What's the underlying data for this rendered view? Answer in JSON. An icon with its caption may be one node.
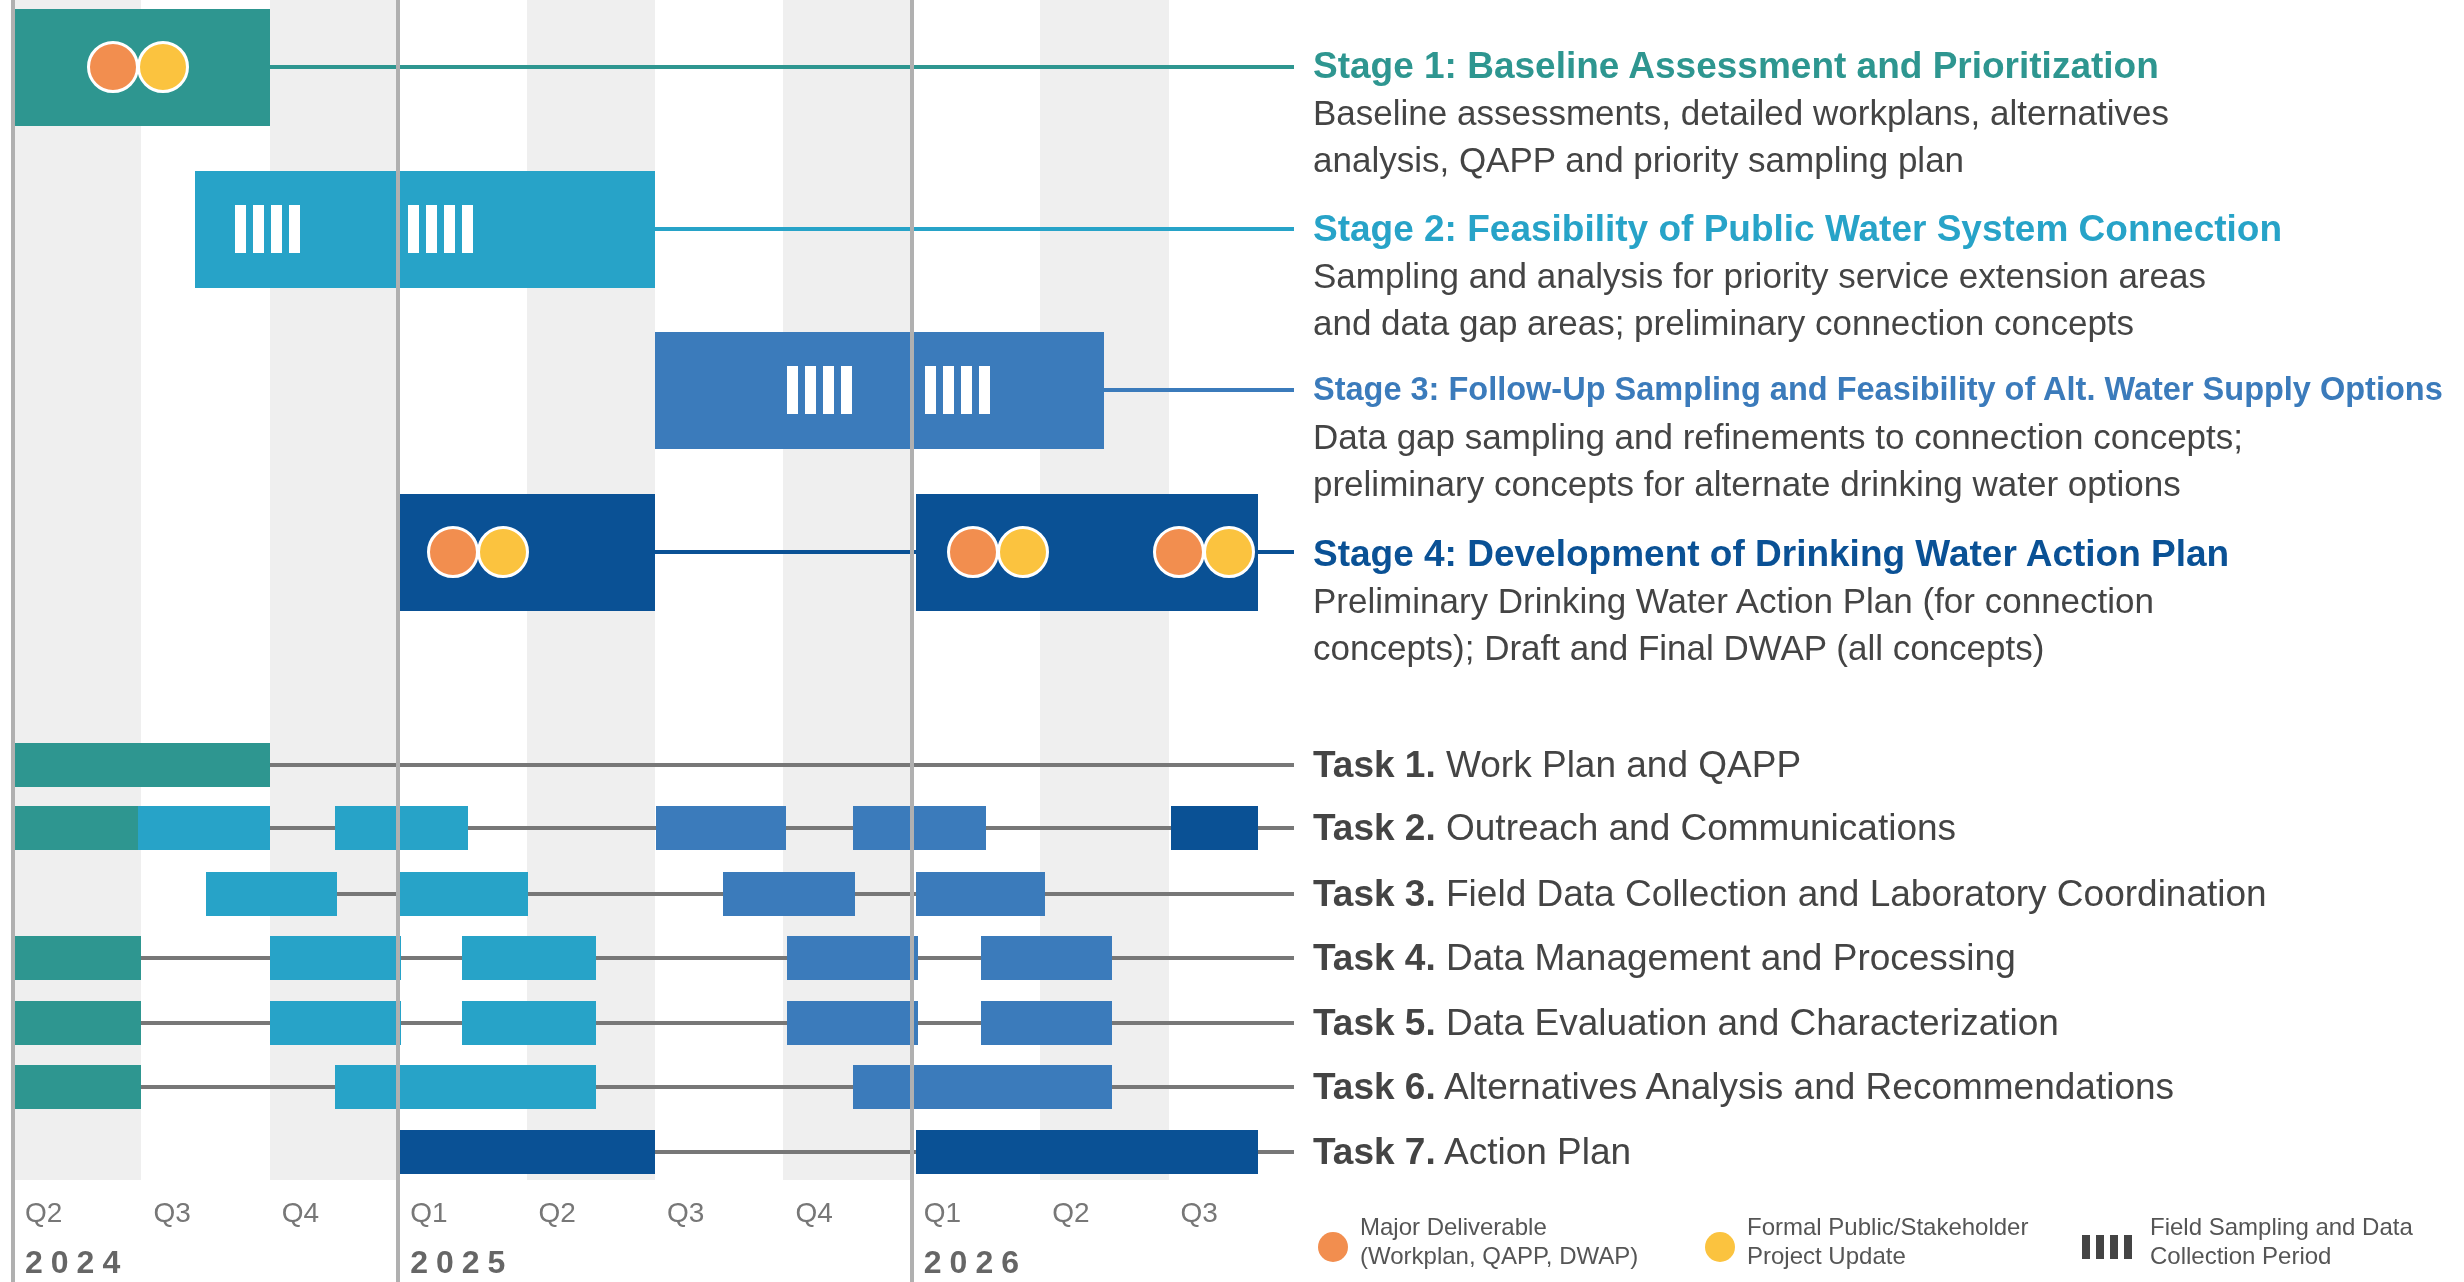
{
  "diagram": {
    "nodes": [
      {
        "text": [
          "Stage 1: Baseline Assessment and Prioritization",
          "Baseline assessments, detailed workplans, alternatives analysis, QAPP and priority sampling plan"
        ]
      },
      {
        "text": [
          "Stage 2: Feasibility of Public Water System Connection",
          "Sampling and analysis for priority service extension areas and data gap areas; preliminary connection concepts"
        ]
      },
      {
        "text": [
          "Stage 3: Follow-Up Sampling and Feasibility of Alt. Water Supply Options",
          "Data gap sampling and refinements to connection concepts; preliminary concepts for alternate drinking water options"
        ]
      },
      {
        "text": [
          "Stage 4: Development of Drinking Water Action Plan",
          "Preliminary Drinking Water Action Plan (for connection concepts); Draft and Final DWAP (all concepts)"
        ]
      },
      {
        "text": [
          "**Task 1.** Work Plan and QAPP"
        ]
      },
      {
        "text": [
          "**Task 2.** Outreach and Communications"
        ]
      },
      {
        "text": [
          "**Task 3.** Field Data Collection and Laboratory Coordination"
        ]
      },
      {
        "text": [
          "**Task 4.** Data Management and Processing"
        ]
      },
      {
        "text": [
          "**Task 5.** Data Evaluation and Characterization"
        ]
      },
      {
        "text": [
          "**Task 6.** Alternatives Analysis and Recommendations"
        ]
      },
      {
        "text": [
          "**Task 7.** Action Plan"
        ]
      }
    ],
    "labels": [
      "Q2",
      "Q3",
      "Q4",
      "Q1",
      "Q2",
      "Q3",
      "Q4",
      "Q1",
      "Q2",
      "Q3",
      "2024",
      "2025",
      "2026"
    ],
    "legend": [
      {
        "text": "Major Deliverable (Workplan, QAPP, DWAP)",
        "color": "#f28e4f"
      },
      {
        "text": "Formal Public/Stakeholder Project Update",
        "color": "#fbc33f"
      },
      {
        "text": "Field Sampling and Data Collection Period"
      }
    ]
  }
}
